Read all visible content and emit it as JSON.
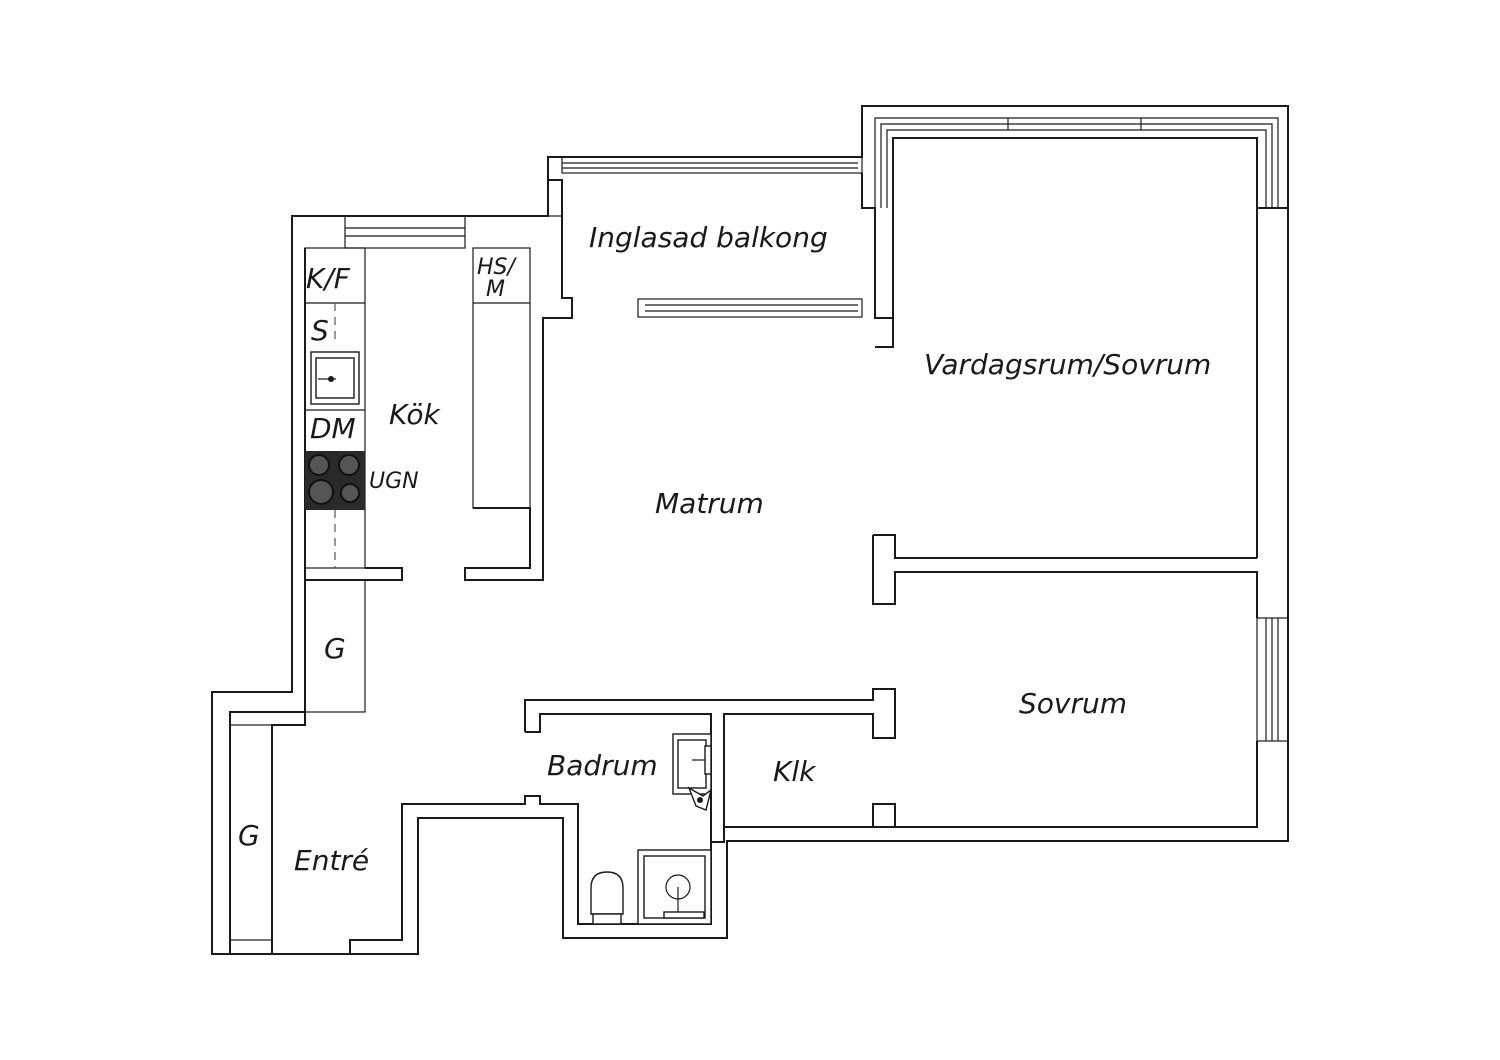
{
  "rooms": {
    "balcony": "Inglasad balkong",
    "living": "Vardagsrum/Sovrum",
    "dining": "Matrum",
    "kitchen": "Kök",
    "bedroom": "Sovrum",
    "bathroom": "Badrum",
    "closet": "Klk",
    "entrance": "Entré"
  },
  "fixtures": {
    "fridge_freezer": "K/F",
    "sink": "S",
    "dishwasher": "DM",
    "oven": "UGN",
    "hs_line1": "HS/",
    "hs_line2": "M",
    "wardrobe_kitchen": "G",
    "wardrobe_entrance": "G"
  }
}
